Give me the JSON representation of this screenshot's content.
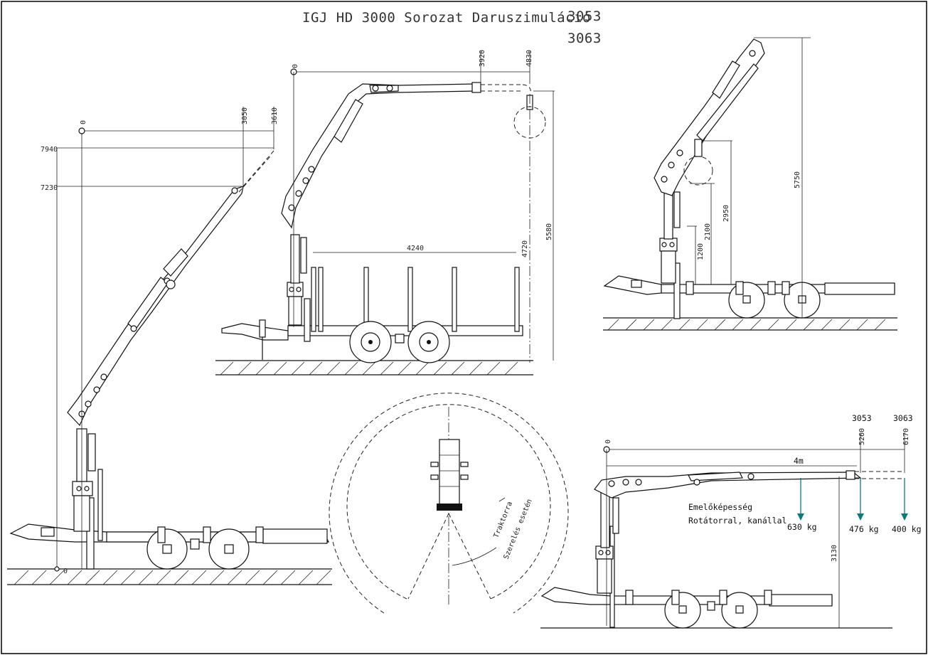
{
  "title": "IGJ HD 3000 Sorozat Daruszimuláció",
  "models": [
    "3053",
    "3063"
  ],
  "view_left": {
    "origin_label": "0",
    "reach_labels": [
      "3050",
      "3610"
    ],
    "height_labels": [
      "7940",
      "7230"
    ],
    "base_label": "0"
  },
  "view_top_middle": {
    "origin_label": "0",
    "reach_labels": [
      "3920",
      "4830"
    ],
    "height_labels": [
      "4720",
      "5580"
    ],
    "span_label": "4240"
  },
  "view_top_right": {
    "height_labels": [
      "1200",
      "2100",
      "2950",
      "5750"
    ]
  },
  "view_bottom_middle": {
    "angle_label_1": "Traktorra",
    "angle_label_2": "Szerelés esetén"
  },
  "view_bottom_right": {
    "origin_label": "0",
    "reach_labels": [
      "5260",
      "6170"
    ],
    "model_labels": [
      "3053",
      "3063"
    ],
    "mid_label": "4m",
    "capacity_title_1": "Emelőképesség",
    "capacity_title_2": "Rotátorral, kanállal",
    "loads": [
      "630 kg",
      "476 kg",
      "400 kg"
    ],
    "height_label": "3130"
  },
  "colors": {
    "load_arrow": "#0e7a7a",
    "line": "#111111",
    "border": "#000000"
  }
}
